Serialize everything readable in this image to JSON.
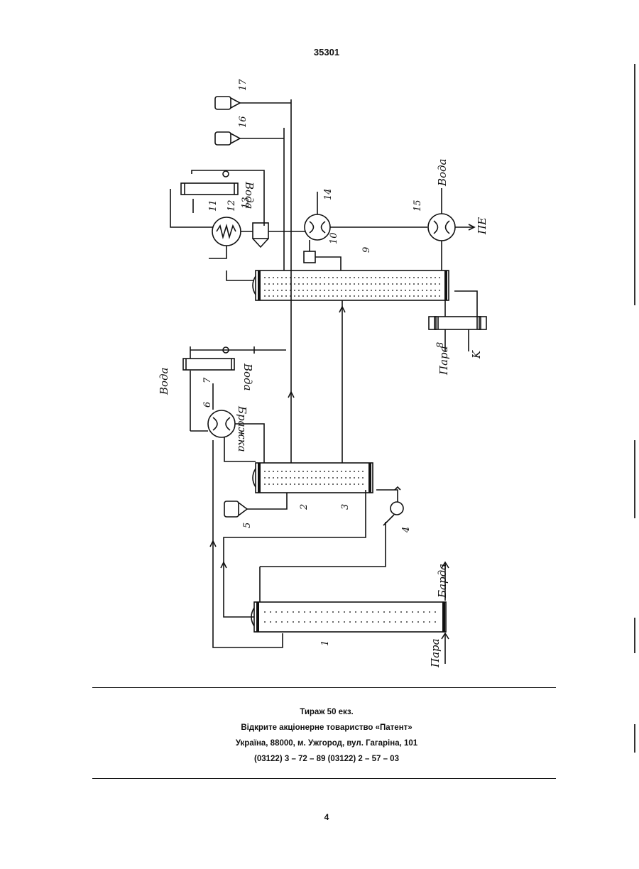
{
  "document": {
    "doc_number": "35301",
    "page_number": "4"
  },
  "imprint": {
    "circulation": "Тираж 50 екз.",
    "company": "Відкрите акціонерне товариство «Патент»",
    "address": "Україна, 88000, м. Ужгород, вул. Гагаріна, 101",
    "phones": "(03122) 3 – 72 – 89   (03122) 2 – 57 – 03"
  },
  "diagram": {
    "component_numbers": [
      "1",
      "2",
      "3",
      "4",
      "5",
      "6",
      "7",
      "8",
      "9",
      "10",
      "11",
      "12",
      "13",
      "14",
      "15",
      "16",
      "17"
    ],
    "stream_labels": {
      "steam_bottom": "Пара",
      "stillage": "Барда",
      "water_left": "Вода",
      "water_left_out": "Вода",
      "brew": "Бражка",
      "water_top": "Вода",
      "water_right": "Вода",
      "product": "ПЕ",
      "steam_right": "Пара",
      "k": "K"
    }
  }
}
